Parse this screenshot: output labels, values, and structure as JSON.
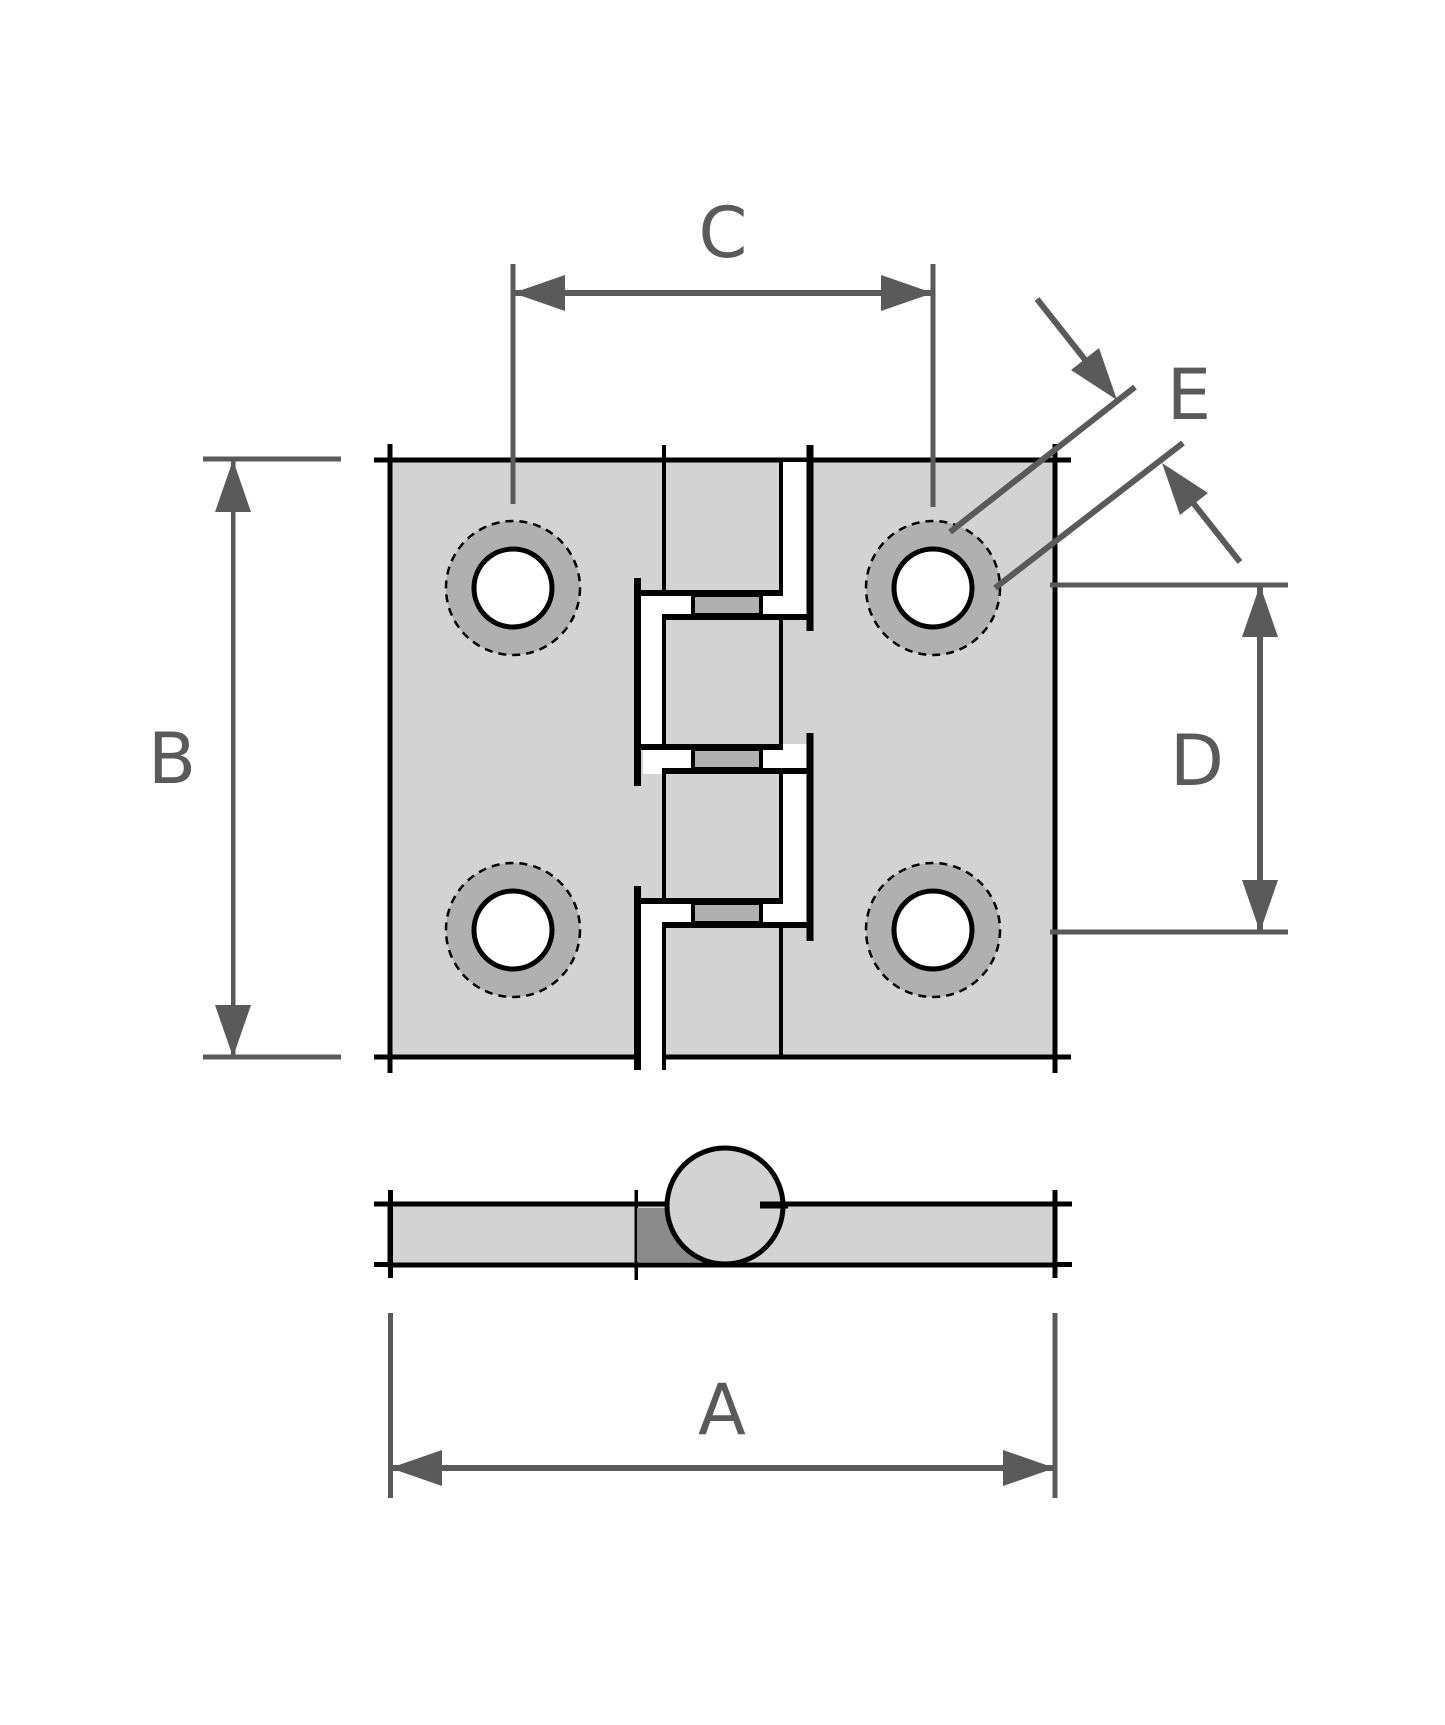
{
  "dimensions": {
    "a": {
      "label": "A"
    },
    "b": {
      "label": "B"
    },
    "c": {
      "label": "C"
    },
    "d": {
      "label": "D"
    },
    "e": {
      "label": "E"
    }
  },
  "colors": {
    "background": "#ffffff",
    "plate_fill": "#d3d3d3",
    "counterbore_fill": "#b0b0b0",
    "section_fill": "#8a8a8a",
    "outline": "#000000",
    "dimension_color": "#5a5a5a"
  }
}
